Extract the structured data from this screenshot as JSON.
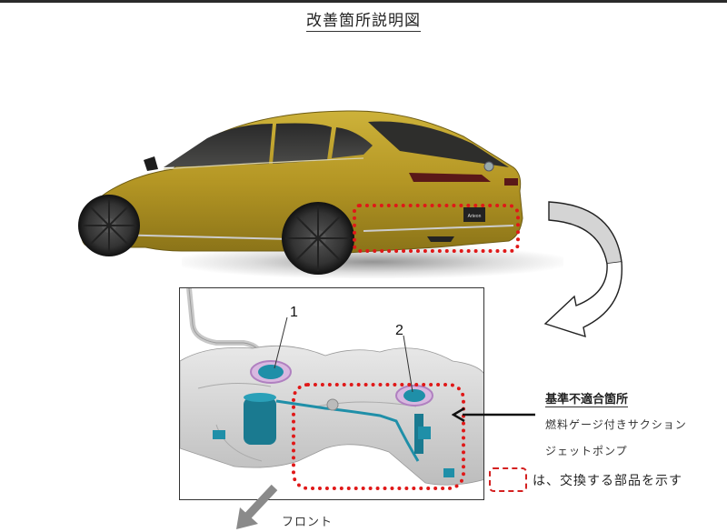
{
  "document": {
    "title": "改善箇所説明図"
  },
  "vehicle_image": {
    "description": "rear three-quarter view of yellow-gold fastback sedan",
    "badge_text": "Arteon",
    "body_color": "#b89a2a",
    "highlight_area": "rear underbody (fuel tank location)"
  },
  "diagram": {
    "description": "fuel tank assembly cutaway",
    "callouts": [
      {
        "number": "1",
        "part": "fuel pump / sender (left)"
      },
      {
        "number": "2",
        "part": "suction jet pump with fuel gauge (right)"
      }
    ],
    "component_color": "#1f8fa8",
    "tank_color": "#d6d6d6"
  },
  "annotation": {
    "heading": "基準不適合箇所",
    "line1": "燃料ゲージ付きサクション",
    "line2": "ジェットポンプ"
  },
  "legend": {
    "text": "は、交換する部品を示す",
    "box_color": "#d42020"
  },
  "orientation": {
    "label": "フロント",
    "arrow_color": "#8a8a8a"
  },
  "colors": {
    "highlight_red": "#e01818",
    "arrow_gray": "#d0d0d0",
    "frame": "#333333"
  }
}
